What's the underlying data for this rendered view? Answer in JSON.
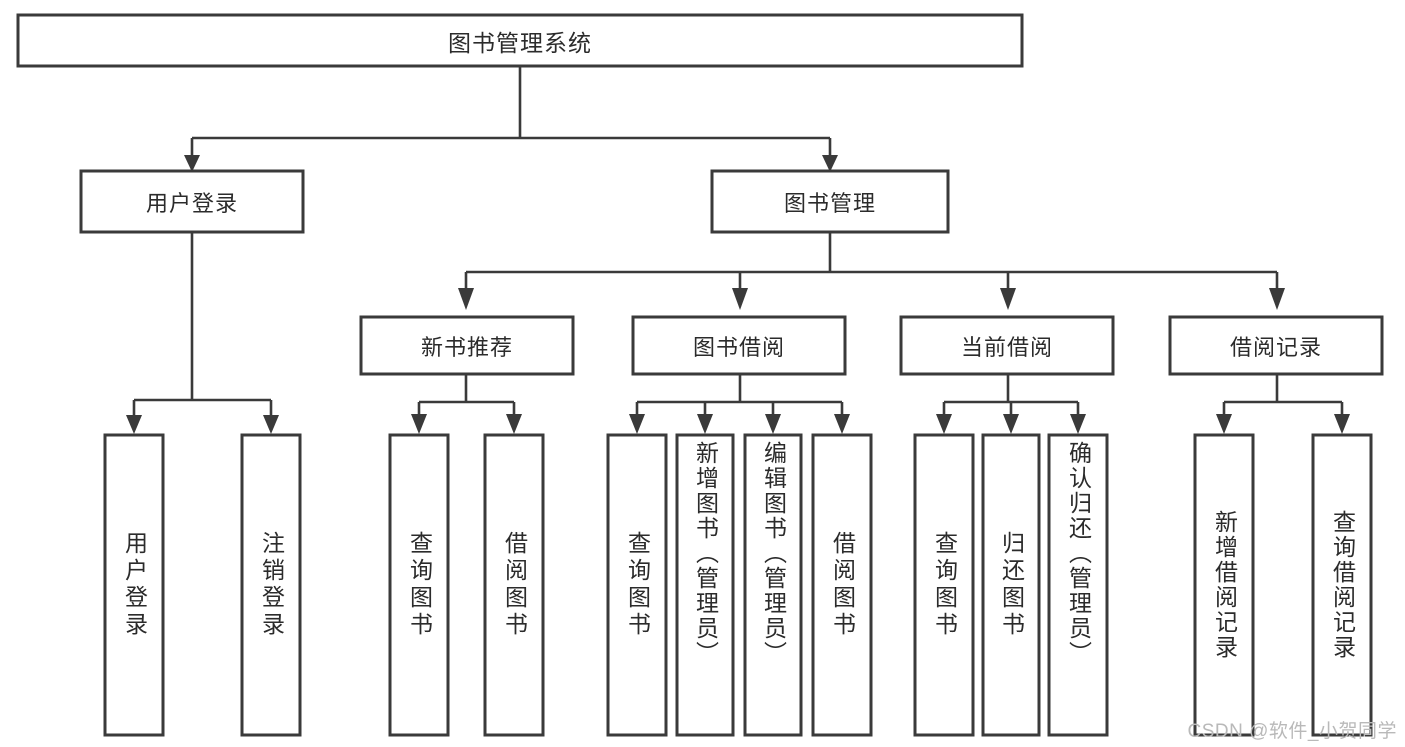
{
  "diagram": {
    "type": "tree-hierarchy",
    "title": "图书管理系统",
    "watermark": "CSDN @软件_小贺同学",
    "colors": {
      "stroke": "#3a3a3a",
      "fill": "#ffffff",
      "text": "#2b2b2b",
      "background": "#ffffff",
      "watermark": "#b9b9b9"
    },
    "root": {
      "label": "图书管理系统"
    },
    "level2": [
      {
        "label": "用户登录"
      },
      {
        "label": "图书管理"
      }
    ],
    "level3": [
      {
        "label": "新书推荐"
      },
      {
        "label": "图书借阅"
      },
      {
        "label": "当前借阅"
      },
      {
        "label": "借阅记录"
      }
    ],
    "leaves": {
      "user_login": [
        {
          "label": "用户登录"
        },
        {
          "label": "注销登录"
        }
      ],
      "new_book_recommend": [
        {
          "label": "查询图书"
        },
        {
          "label": "借阅图书"
        }
      ],
      "book_borrow": [
        {
          "label": "查询图书"
        },
        {
          "label": "新增图书（管理员）"
        },
        {
          "label": "编辑图书（管理员）"
        },
        {
          "label": "借阅图书"
        }
      ],
      "current_borrow": [
        {
          "label": "查询图书"
        },
        {
          "label": "归还图书"
        },
        {
          "label": "确认归还（管理员）"
        }
      ],
      "borrow_record": [
        {
          "label": "新增借阅记录"
        },
        {
          "label": "查询借阅记录"
        }
      ]
    }
  }
}
